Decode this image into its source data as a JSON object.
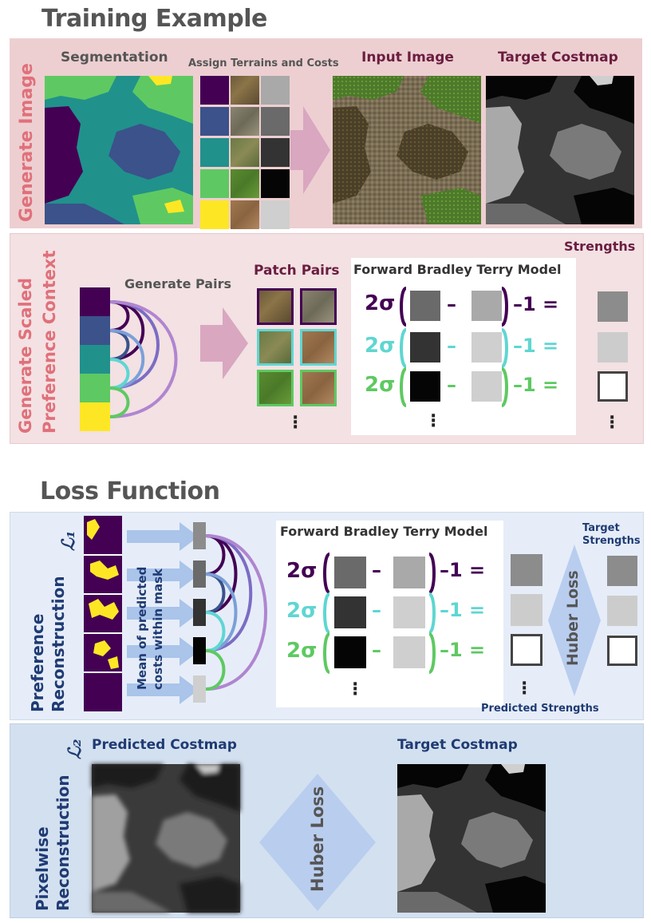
{
  "training": {
    "title": "Training Example",
    "gen_image": {
      "side_label": "Generate Image",
      "segmentation_label": "Segmentation",
      "assign_label": "Assign Terrains and Costs",
      "input_label": "Input Image",
      "target_label": "Target Costmap"
    },
    "pref_context": {
      "side_label_1": "Generate Scaled",
      "side_label_2": "Preference Context",
      "generate_pairs_label": "Generate Pairs",
      "patch_pairs_label": "Patch Pairs",
      "model_label": "Forward Bradley Terry Model",
      "strengths_label": "Strengths",
      "eq_prefix": "2σ",
      "eq_minus": "–",
      "eq_suffix": "–1 ="
    }
  },
  "loss": {
    "title": "Loss Function",
    "pref_recon": {
      "side_label_1": "Preference",
      "side_label_2": "Reconstruction",
      "math": "ℒ₁",
      "mean_label_1": "Mean of predicted",
      "mean_label_2": "costs within mask",
      "model_label": "Forward Bradley Terry Model",
      "target_strengths_1": "Target",
      "target_strengths_2": "Strengths",
      "huber_label": "Huber Loss",
      "predicted_strengths_label": "Predicted Strengths",
      "eq_prefix": "2σ",
      "eq_minus": "–",
      "eq_suffix": "–1 ="
    },
    "pixel_recon": {
      "side_label_1": "Pixelwise",
      "side_label_2": "Reconstruction",
      "math": "ℒ₂",
      "predicted_label": "Predicted Costmap",
      "target_label": "Target Costmap",
      "huber_label": "Huber Loss"
    }
  },
  "colors": {
    "viridis": [
      "#440154",
      "#3b528b",
      "#21918c",
      "#5ec962",
      "#fde725"
    ],
    "pink_panel": "#edcfd1",
    "pink_panel_light": "#f3e1e3",
    "blue_panel": "#e6edf8",
    "blue_panel_dark": "#d3e0ef",
    "pink_text": "#e0707a",
    "maroon_text": "#6b1d40",
    "navy_text": "#1f3b73"
  }
}
